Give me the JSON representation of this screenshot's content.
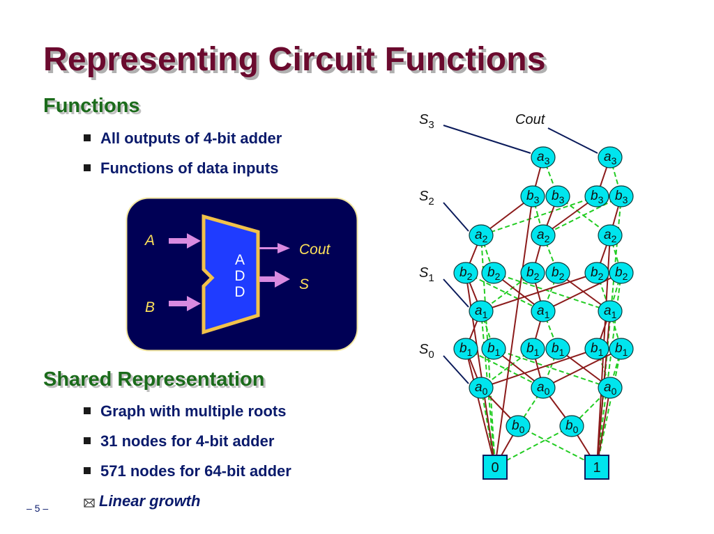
{
  "title": "Representing Circuit Functions",
  "section1": {
    "heading": "Functions",
    "bullets": [
      "All outputs of 4-bit adder",
      "Functions of data inputs"
    ]
  },
  "adder": {
    "input_a": "A",
    "input_b": "B",
    "block_label": [
      "A",
      "D",
      "D"
    ],
    "output_cout": "Cout",
    "output_s": "S"
  },
  "section2": {
    "heading": "Shared Representation",
    "bullets": [
      "Graph with multiple roots",
      "31 nodes for 4-bit adder",
      "571 nodes for 64-bit adder"
    ],
    "final_bullet": "Linear growth"
  },
  "page_number": "– 5 –",
  "bdd": {
    "roots": [
      {
        "var": "S",
        "sub": "3"
      },
      {
        "var": "Cout",
        "sub": ""
      },
      {
        "var": "S",
        "sub": "2"
      },
      {
        "var": "S",
        "sub": "1"
      },
      {
        "var": "S",
        "sub": "0"
      }
    ],
    "nodes": [
      {
        "var": "a",
        "sub": "3"
      },
      {
        "var": "a",
        "sub": "3"
      },
      {
        "var": "b",
        "sub": "3"
      },
      {
        "var": "b",
        "sub": "3"
      },
      {
        "var": "b",
        "sub": "3"
      },
      {
        "var": "b",
        "sub": "3"
      },
      {
        "var": "a",
        "sub": "2"
      },
      {
        "var": "a",
        "sub": "2"
      },
      {
        "var": "a",
        "sub": "2"
      },
      {
        "var": "b",
        "sub": "2"
      },
      {
        "var": "b",
        "sub": "2"
      },
      {
        "var": "b",
        "sub": "2"
      },
      {
        "var": "b",
        "sub": "2"
      },
      {
        "var": "b",
        "sub": "2"
      },
      {
        "var": "b",
        "sub": "2"
      },
      {
        "var": "a",
        "sub": "1"
      },
      {
        "var": "a",
        "sub": "1"
      },
      {
        "var": "a",
        "sub": "1"
      },
      {
        "var": "b",
        "sub": "1"
      },
      {
        "var": "b",
        "sub": "1"
      },
      {
        "var": "b",
        "sub": "1"
      },
      {
        "var": "b",
        "sub": "1"
      },
      {
        "var": "b",
        "sub": "1"
      },
      {
        "var": "b",
        "sub": "1"
      },
      {
        "var": "a",
        "sub": "0"
      },
      {
        "var": "a",
        "sub": "0"
      },
      {
        "var": "a",
        "sub": "0"
      },
      {
        "var": "b",
        "sub": "0"
      },
      {
        "var": "b",
        "sub": "0"
      }
    ],
    "terminals": [
      "0",
      "1"
    ]
  },
  "colors": {
    "title": "#6b0a2e",
    "heading": "#1b6b1b",
    "bullet_text": "#0a1a6b",
    "adder_bg": "#000055",
    "adder_block": "#1f3cff",
    "adder_block_border": "#f2c24a",
    "arrow": "#d98ae0",
    "adder_label": "#ffe25a",
    "node_fill": "#00e5ee",
    "edge_high": "#8b1a1a",
    "edge_low": "#22cc22",
    "root_line": "#0a1a5a"
  }
}
